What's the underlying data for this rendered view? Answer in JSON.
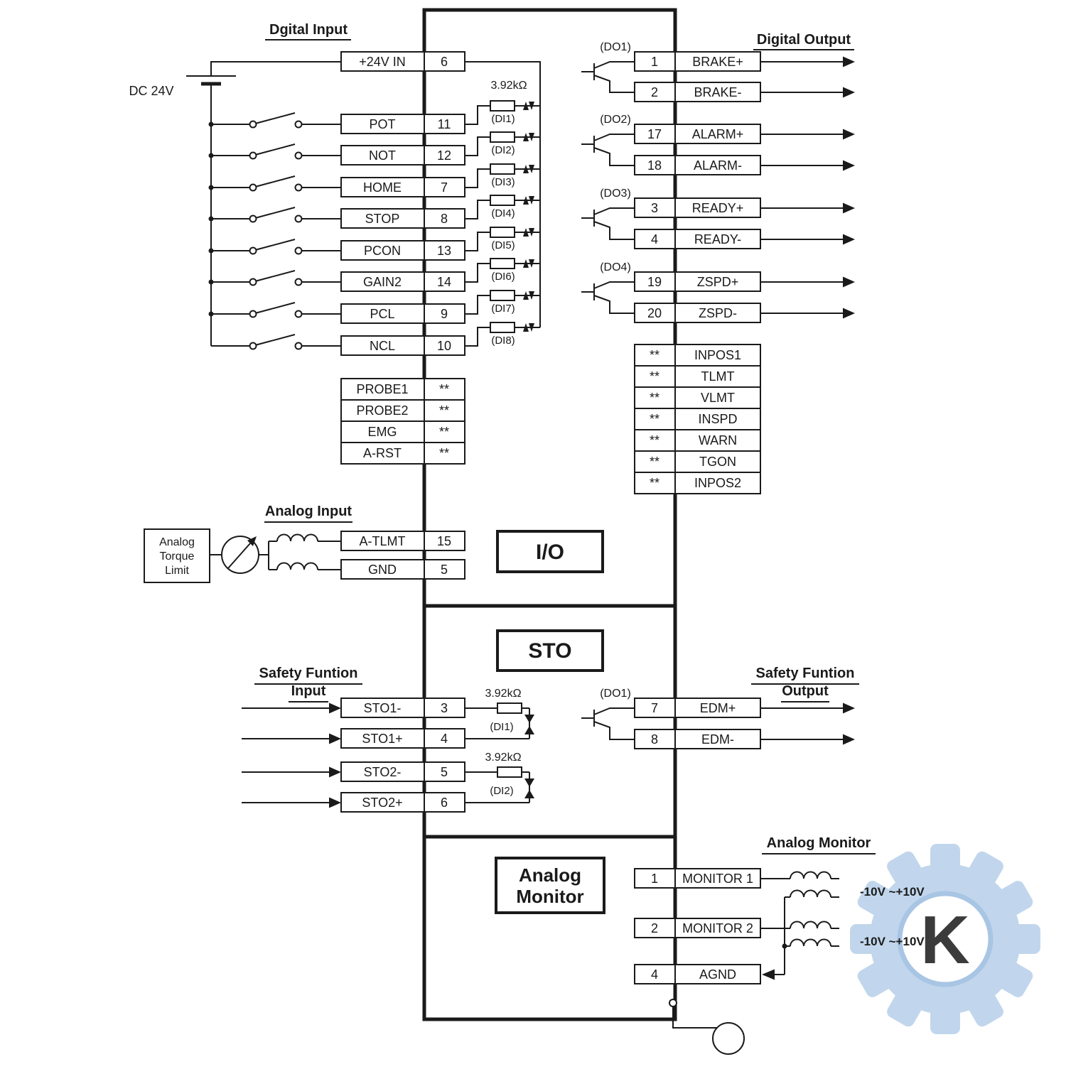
{
  "titles": {
    "digital_input": "Dgital Input",
    "digital_output": "Digital Output",
    "analog_input": "Analog Input",
    "safety_input_line1": "Safety Funtion",
    "safety_input_line2": "Input",
    "safety_output_line1": "Safety Funtion",
    "safety_output_line2": "Output",
    "analog_monitor": "Analog Monitor"
  },
  "power": {
    "source_label": "DC 24V"
  },
  "blocks": {
    "io": "I/O",
    "sto": "STO",
    "analog_monitor_line1": "Analog",
    "analog_monitor_line2": "Monitor"
  },
  "digital_input": {
    "resistor_label": "3.92kΩ",
    "power_terminal": {
      "label": "+24V IN",
      "pin": "6"
    },
    "terminals": [
      {
        "label": "POT",
        "pin": "11",
        "di": "(DI1)"
      },
      {
        "label": "NOT",
        "pin": "12",
        "di": "(DI2)"
      },
      {
        "label": "HOME",
        "pin": "7",
        "di": "(DI3)"
      },
      {
        "label": "STOP",
        "pin": "8",
        "di": "(DI4)"
      },
      {
        "label": "PCON",
        "pin": "13",
        "di": "(DI5)"
      },
      {
        "label": "GAIN2",
        "pin": "14",
        "di": "(DI6)"
      },
      {
        "label": "PCL",
        "pin": "9",
        "di": "(DI7)"
      },
      {
        "label": "NCL",
        "pin": "10",
        "di": "(DI8)"
      }
    ],
    "extra_terminals": [
      {
        "label": "PROBE1",
        "pin": "**"
      },
      {
        "label": "PROBE2",
        "pin": "**"
      },
      {
        "label": "EMG",
        "pin": "**"
      },
      {
        "label": "A-RST",
        "pin": "**"
      }
    ]
  },
  "digital_output": {
    "pairs": [
      {
        "do": "(DO1)",
        "plus": {
          "pin": "1",
          "label": "BRAKE+"
        },
        "minus": {
          "pin": "2",
          "label": "BRAKE-"
        }
      },
      {
        "do": "(DO2)",
        "plus": {
          "pin": "17",
          "label": "ALARM+"
        },
        "minus": {
          "pin": "18",
          "label": "ALARM-"
        }
      },
      {
        "do": "(DO3)",
        "plus": {
          "pin": "3",
          "label": "READY+"
        },
        "minus": {
          "pin": "4",
          "label": "READY-"
        }
      },
      {
        "do": "(DO4)",
        "plus": {
          "pin": "19",
          "label": "ZSPD+"
        },
        "minus": {
          "pin": "20",
          "label": "ZSPD-"
        }
      }
    ],
    "status_terminals": [
      {
        "pin": "**",
        "label": "INPOS1"
      },
      {
        "pin": "**",
        "label": "TLMT"
      },
      {
        "pin": "**",
        "label": "VLMT"
      },
      {
        "pin": "**",
        "label": "INSPD"
      },
      {
        "pin": "**",
        "label": "WARN"
      },
      {
        "pin": "**",
        "label": "TGON"
      },
      {
        "pin": "**",
        "label": "INPOS2"
      }
    ]
  },
  "analog_input": {
    "source_line1": "Analog",
    "source_line2": "Torque",
    "source_line3": "Limit",
    "terminals": [
      {
        "label": "A-TLMT",
        "pin": "15"
      },
      {
        "label": "GND",
        "pin": "5"
      }
    ]
  },
  "sto": {
    "resistor_labels": [
      "3.92kΩ",
      "3.92kΩ"
    ],
    "inputs": [
      {
        "label": "STO1-",
        "pin": "3"
      },
      {
        "label": "STO1+",
        "pin": "4"
      },
      {
        "label": "STO2-",
        "pin": "5"
      },
      {
        "label": "STO2+",
        "pin": "6"
      }
    ],
    "di_labels": [
      "(DI1)",
      "(DI2)"
    ],
    "output_do": "(DO1)",
    "outputs": [
      {
        "pin": "7",
        "label": "EDM+"
      },
      {
        "pin": "8",
        "label": "EDM-"
      }
    ]
  },
  "analog_monitor": {
    "terminals": [
      {
        "pin": "1",
        "label": "MONITOR 1"
      },
      {
        "pin": "2",
        "label": "MONITOR 2"
      },
      {
        "pin": "4",
        "label": "AGND"
      }
    ],
    "ranges": [
      "-10V ~+10V",
      "-10V ~+10V"
    ]
  },
  "watermark": {
    "letter": "K"
  }
}
